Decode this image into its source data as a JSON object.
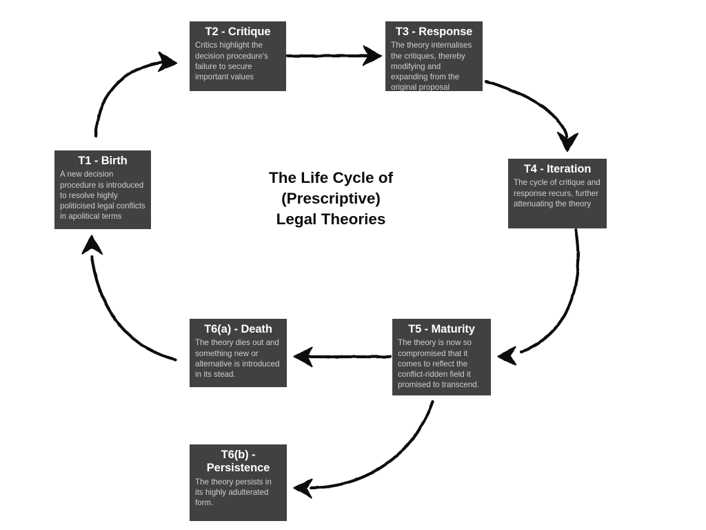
{
  "diagram": {
    "center_title_lines": [
      "The Life Cycle of",
      "(Prescriptive)",
      "Legal Theories"
    ],
    "background_color": "#ffffff",
    "node_color": "#414141",
    "node_title_color": "#ffffff",
    "node_body_color": "#cfcfcf",
    "arrow_color": "#111111",
    "nodes": [
      {
        "id": "t1",
        "title": "T1 - Birth",
        "body": "A new decision procedure is introduced to resolve highly politicised legal conflicts in apolitical terms"
      },
      {
        "id": "t2",
        "title": "T2 - Critique",
        "body": "Critics highlight the decision procedure's failure to secure important values"
      },
      {
        "id": "t3",
        "title": "T3 - Response",
        "body": "The theory internalises the critiques, thereby modifying and expanding from the original proposal"
      },
      {
        "id": "t4",
        "title": "T4 - Iteration",
        "body": "The cycle of critique and response recurs, further attenuating the theory"
      },
      {
        "id": "t5",
        "title": "T5 - Maturity",
        "body": "The theory is now so compromised that it comes to reflect the conflict-ridden field it promised to transcend."
      },
      {
        "id": "t6a",
        "title": "T6(a) - Death",
        "body": "The theory dies out and something new or alternative is introduced in its stead."
      },
      {
        "id": "t6b",
        "title": "T6(b) - Persistence",
        "body": "The theory persists in its highly adulterated form."
      }
    ],
    "arrows": [
      {
        "id": "t1-to-t2",
        "from": "t1",
        "to": "t2",
        "style": "curved-sketch"
      },
      {
        "id": "t2-to-t3",
        "from": "t2",
        "to": "t3",
        "style": "straight-sketch"
      },
      {
        "id": "t3-to-t4",
        "from": "t3",
        "to": "t4",
        "style": "curved-sketch"
      },
      {
        "id": "t4-to-t5",
        "from": "t4",
        "to": "t5",
        "style": "curved-sketch"
      },
      {
        "id": "t5-to-t6a",
        "from": "t5",
        "to": "t6a",
        "style": "straight-sketch"
      },
      {
        "id": "t6a-to-t1",
        "from": "t6a",
        "to": "t1",
        "style": "curved-sketch"
      },
      {
        "id": "t5-to-t6b",
        "from": "t5",
        "to": "t6b",
        "style": "curved-sketch"
      }
    ]
  }
}
